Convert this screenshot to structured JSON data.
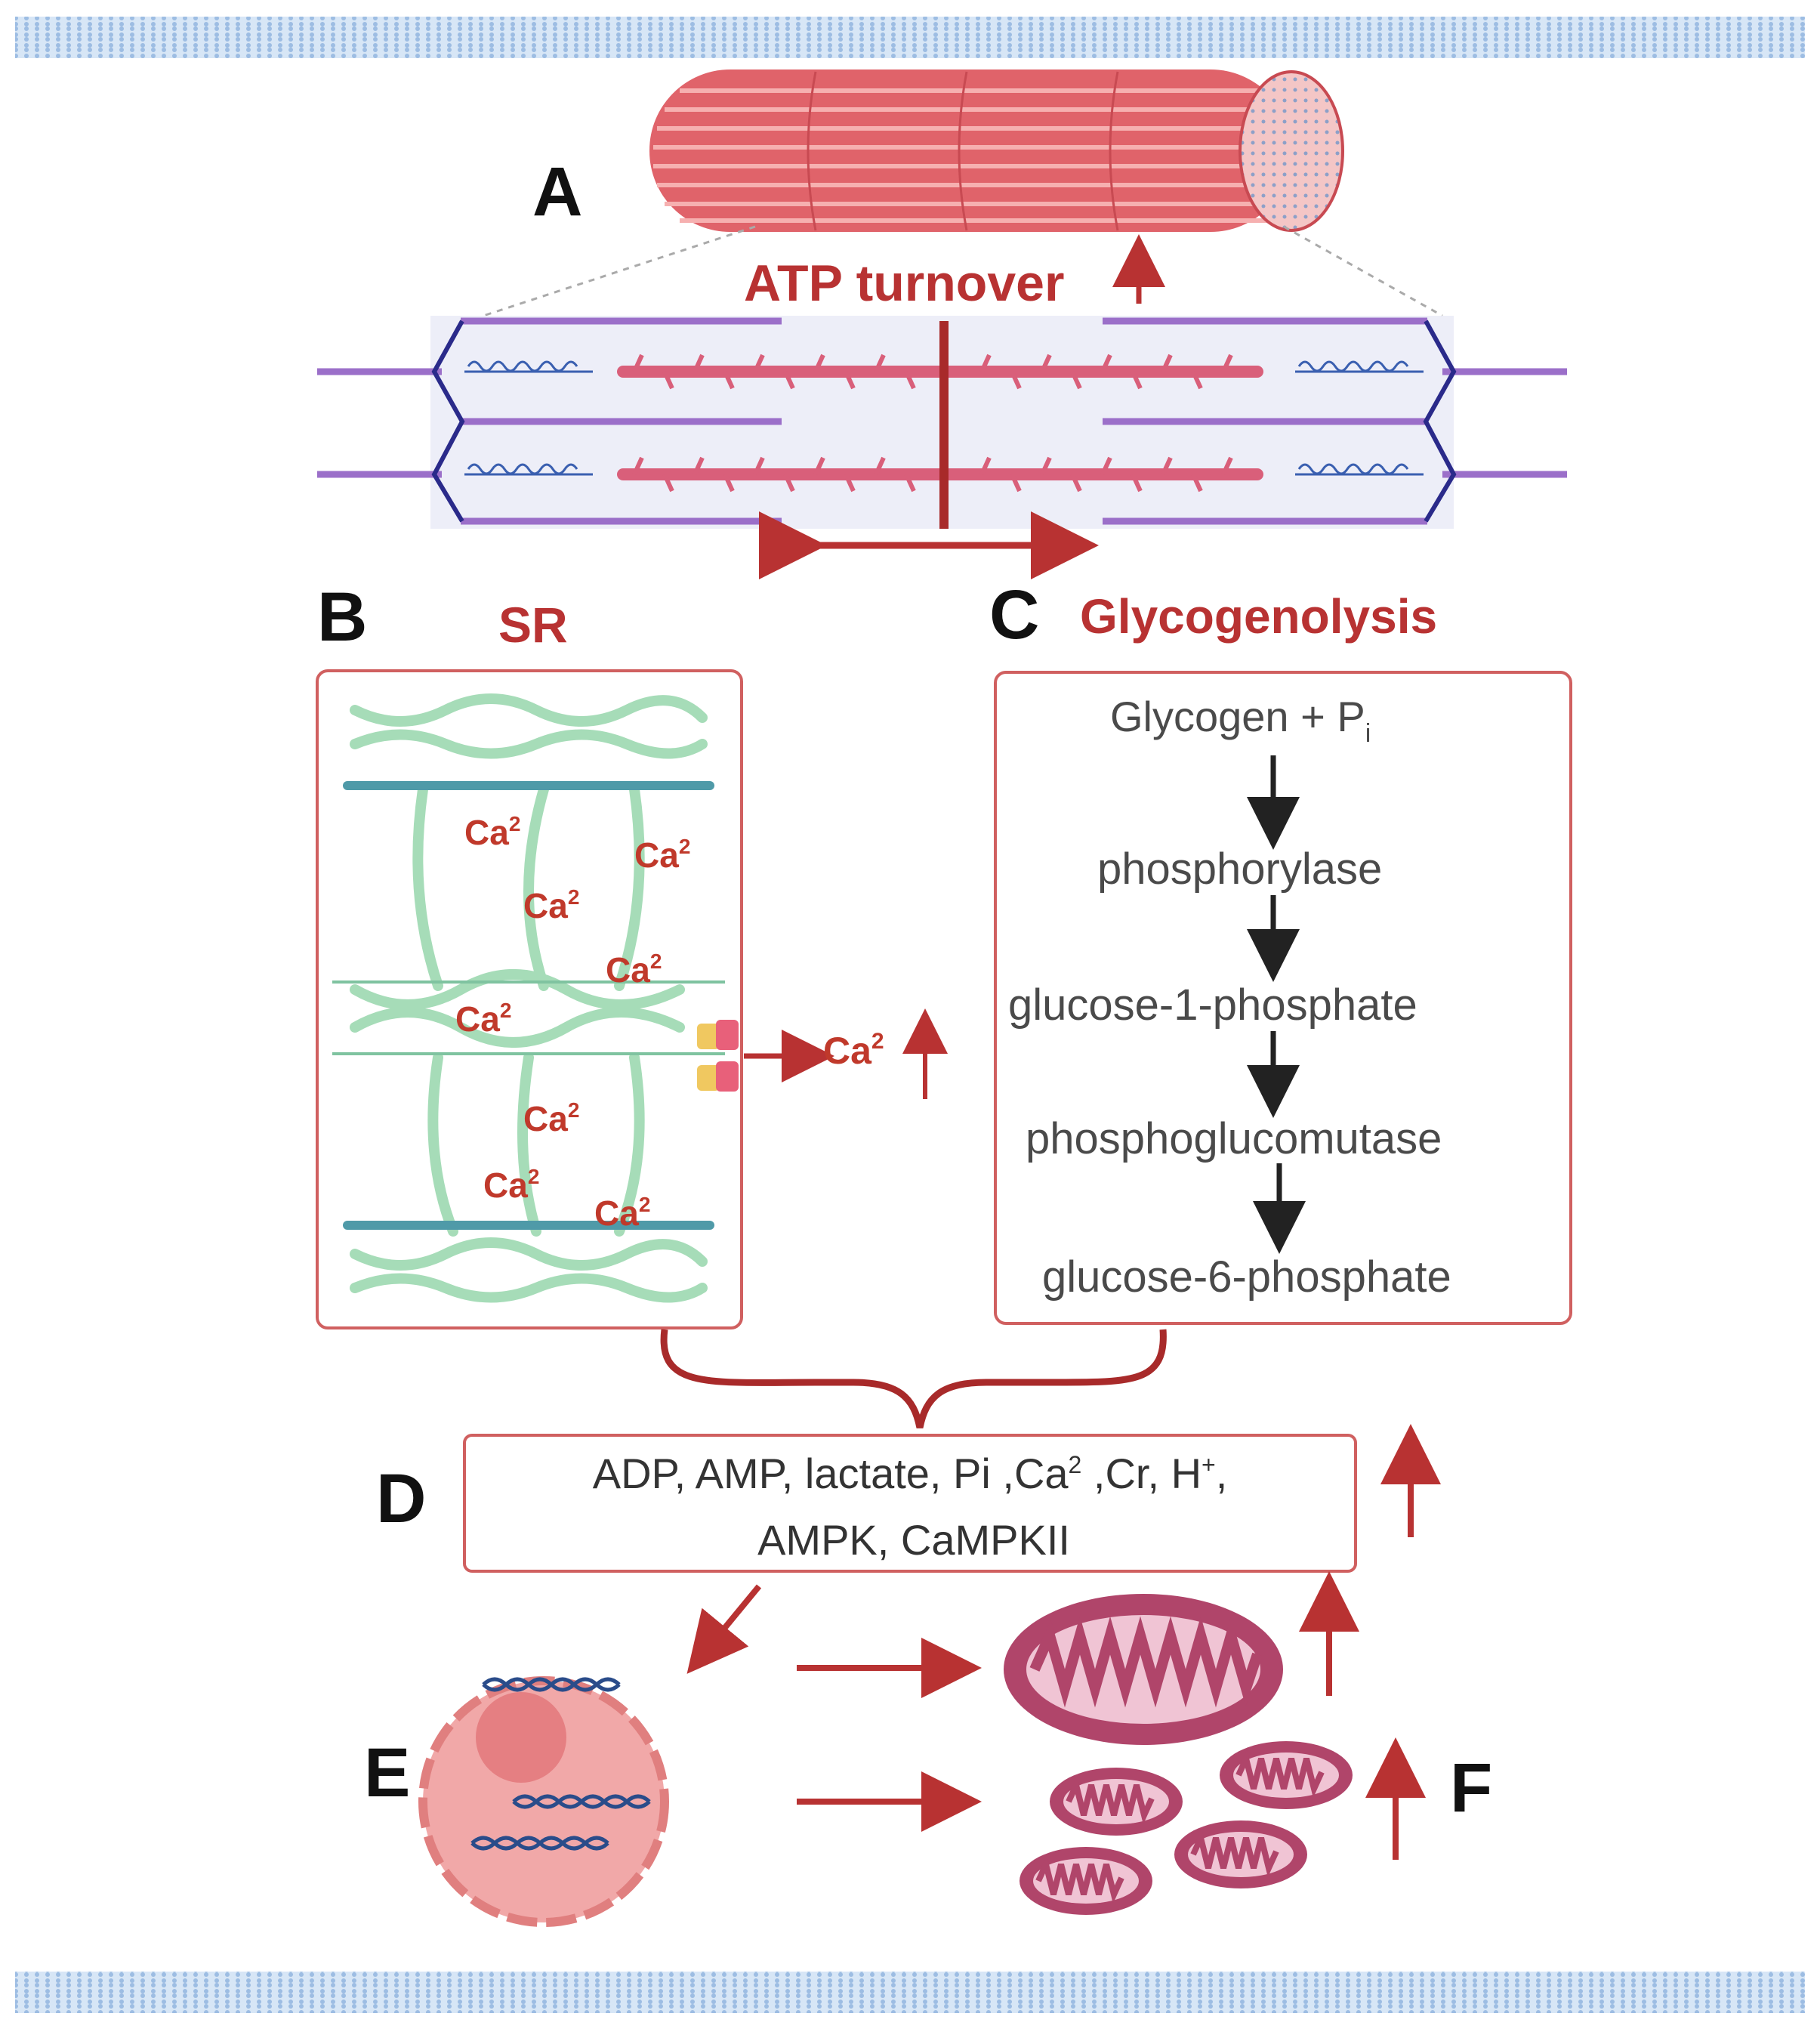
{
  "labels": {
    "A": "A",
    "B": "B",
    "C": "C",
    "D": "D",
    "E": "E",
    "F": "F"
  },
  "atp": {
    "label": "ATP turnover"
  },
  "sr": {
    "title": "SR",
    "ca_label": "Ca",
    "ca_sup": "2",
    "release_label": "Ca",
    "release_sup": "2"
  },
  "glyco": {
    "title": "Glycogenolysis",
    "substrate": "Glycogen + P",
    "substrate_sub": "i",
    "steps": [
      "phosphorylase",
      "glucose-1-phosphate",
      "phosphoglucomutase",
      "glucose-6-phosphate"
    ]
  },
  "signals": {
    "line1_a": "ADP, AMP, lactate, Pi ,Ca",
    "line1_sup": "2",
    "line1_b": " ,Cr, H",
    "line1_sup2": "+",
    "line1_c": ",",
    "line2": "AMPK, CaMPKII"
  },
  "colors": {
    "accent": "#b83232",
    "muscle": "#e0636a",
    "sr": "#9fd4b0",
    "nucleus": "#f1a8a8",
    "mito": "#b0456a",
    "membrane": "#a9c8ea"
  }
}
